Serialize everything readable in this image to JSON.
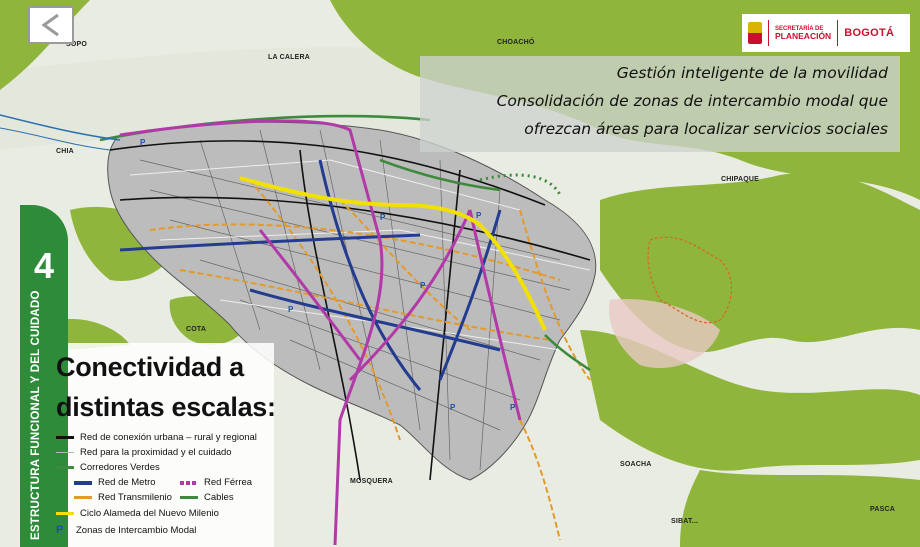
{
  "banner": {
    "line1": "Gestión inteligente de la movilidad",
    "line2": "Consolidación de zonas de intercambio modal que",
    "line3": "ofrezcan áreas para localizar servicios sociales"
  },
  "logos": {
    "entity_small": "SECRETARÍA DE",
    "entity_large": "PLANEACIÓN",
    "city": "BOGOTÁ"
  },
  "section": {
    "number": "4",
    "vertical_title": "ESTRUCTURA FUNCIONAL Y DEL CUIDADO"
  },
  "heading": {
    "line1": "Conectividad a",
    "line2": "distintas escalas:"
  },
  "legend": [
    {
      "label": "Red de conexión urbana – rural y regional",
      "color": "#111111",
      "style": "solid"
    },
    {
      "label": "Red para la proximidad y el cuidado",
      "color": "#b5b5b5",
      "style": "thin"
    },
    {
      "label": "Corredores Verdes",
      "color": "#3d8a3d",
      "style": "solid"
    },
    {
      "label": "Red de Metro",
      "color": "#243c8f",
      "style": "thick"
    },
    {
      "label": "Red Férrea",
      "color": "#b23aa8",
      "style": "dashed"
    },
    {
      "label": "Red Transmilenio",
      "color": "#e39a2a",
      "style": "solid"
    },
    {
      "label": "Cables",
      "color": "#3d8a3d",
      "style": "solid"
    },
    {
      "label": "Ciclo Alameda del Nuevo Milenio",
      "color": "#f2e000",
      "style": "solid"
    },
    {
      "label": "Zonas de Intercambio Modal",
      "color": "#1e4fa8",
      "style": "icon"
    }
  ],
  "places": {
    "sopo": "SOPO",
    "la_calera": "LA CALERA",
    "choacho": "CHOACHÓ",
    "chipaque": "CHIPAQUE",
    "cota": "COTA",
    "mosquera": "MOSQUERA",
    "soacha": "SOACHA",
    "sibate": "SIBAT...",
    "pasca": "PASCA",
    "chia": "CHIA"
  },
  "colors": {
    "forest": "#8fb53c",
    "urban": "#bcbcbc",
    "section_green": "#2e8b3a"
  },
  "icons": {
    "back": "chevron-left-icon",
    "interchange": "parking-p-icon"
  }
}
